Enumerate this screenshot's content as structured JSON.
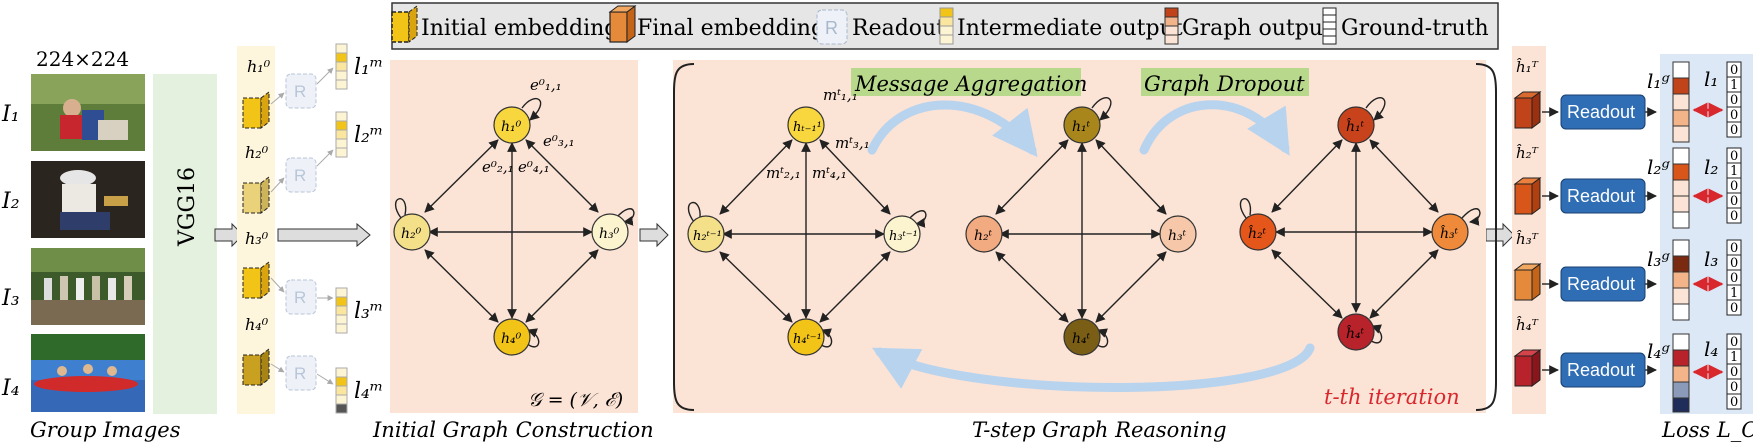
{
  "legend": {
    "initial_embedding": "Initial embedding",
    "final_embedding": "Final embedding",
    "readout": "Readout",
    "intermediate_output": "Intermediate output",
    "graph_output": "Graph output",
    "ground_truth": "Ground-truth",
    "readout_icon_letter": "R"
  },
  "images": {
    "size_label": "224×224",
    "labels": [
      "I₁",
      "I₂",
      "I₃",
      "I₄"
    ],
    "caption": "Group Images"
  },
  "backbone": {
    "label": "VGG16"
  },
  "embeddings": {
    "initial_labels": [
      "h₁⁰",
      "h₂⁰",
      "h₃⁰",
      "h₄⁰"
    ],
    "intermediate_outputs": [
      "l₁ᵐ",
      "l₂ᵐ",
      "l₃ᵐ",
      "l₄ᵐ"
    ]
  },
  "initial_graph": {
    "caption": "Initial Graph Construction",
    "formula": "𝒢 = (𝒱, ℰ)",
    "nodes": [
      "h₁⁰",
      "h₂⁰",
      "h₃⁰",
      "h₄⁰"
    ],
    "edges": [
      "e⁰₁,₁",
      "e⁰₃,₁",
      "e⁰₂,₁",
      "e⁰₄,₁"
    ]
  },
  "reasoning": {
    "caption": "T-step Graph Reasoning",
    "message_aggregation": "Message Aggregation",
    "graph_dropout": "Graph Dropout",
    "iteration": "t-th iteration",
    "graph1_nodes": [
      "hₜ₋₁¹",
      "h₂ᵗ⁻¹",
      "h₃ᵗ⁻¹",
      "h₄ᵗ⁻¹"
    ],
    "graph1_messages": [
      "mᵗ₁,₁",
      "mᵗ₃,₁",
      "mᵗ₂,₁",
      "mᵗ₄,₁"
    ],
    "graph2_nodes": [
      "h₁ᵗ",
      "h₂ᵗ",
      "h₃ᵗ",
      "h₄ᵗ"
    ],
    "graph3_nodes": [
      "ĥ₁ᵗ",
      "ĥ₂ᵗ",
      "ĥ₃ᵗ",
      "ĥ₄ᵗ"
    ]
  },
  "loss": {
    "caption": "Loss L_CE",
    "final_embeddings": [
      "ĥ₁ᵀ",
      "ĥ₂ᵀ",
      "ĥ₃ᵀ",
      "ĥ₄ᵀ"
    ],
    "readout_label": "Readout",
    "graph_outputs": [
      "l₁ᵍ",
      "l₂ᵍ",
      "l₃ᵍ",
      "l₄ᵍ"
    ],
    "ground_truth_labels": [
      "l₁",
      "l₂",
      "l₃",
      "l₄"
    ],
    "ground_truth_values": [
      [
        "0",
        "1",
        "0",
        "0",
        "0"
      ],
      [
        "0",
        "1",
        "0",
        "0",
        "0"
      ],
      [
        "0",
        "0",
        "0",
        "1",
        "0"
      ],
      [
        "0",
        "1",
        "0",
        "0",
        "0"
      ]
    ]
  },
  "colors": {
    "initial_embedding": "#f2c418",
    "final_embedding": "#d96a1c",
    "readout_box": "#2f6db5",
    "panel_peach": "#fbe3d6",
    "backbone_green": "#e4f1df",
    "label_green": "#b8d88c",
    "loss_panel": "#dce8f5",
    "arrow_red": "#d9272e"
  }
}
